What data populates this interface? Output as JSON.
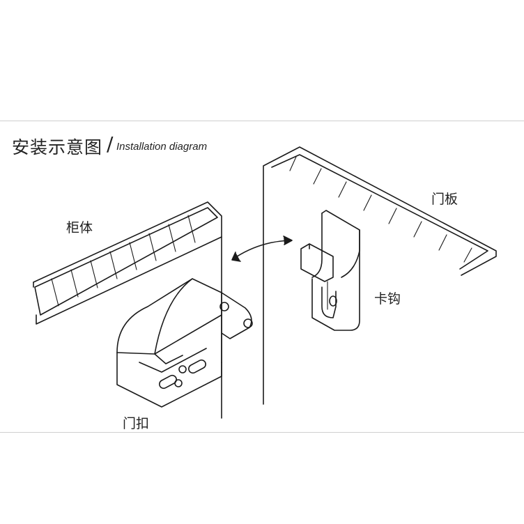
{
  "title": {
    "chinese": "安装示意图",
    "separator": "/",
    "english": "Installation diagram"
  },
  "labels": {
    "cabinet": "柜体",
    "door_panel": "门板",
    "hook": "卡钩",
    "latch": "门扣"
  }
}
